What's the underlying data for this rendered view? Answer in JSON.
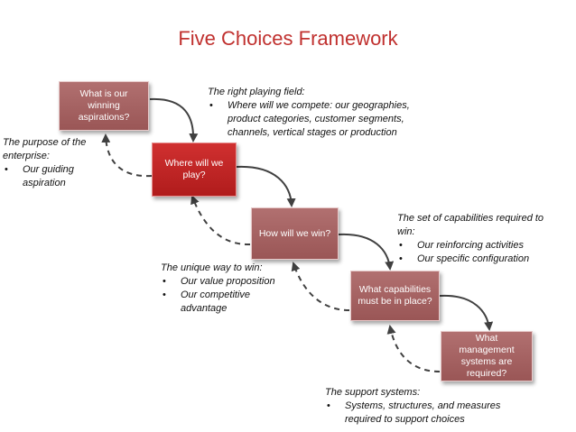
{
  "title": "Five Choices Framework",
  "colors": {
    "title": "#c0302e",
    "box": "#a86464",
    "box_active": "#c42424",
    "arrow": "#404040"
  },
  "boxes": [
    {
      "label": "What is our winning aspirations?"
    },
    {
      "label": "Where will we play?"
    },
    {
      "label": "How will we win?"
    },
    {
      "label": "What capabilities must be in place?"
    },
    {
      "label": "What management systems are required?"
    }
  ],
  "notes": {
    "purpose": {
      "heading": "The purpose of the enterprise:",
      "bullets": [
        "Our guiding aspiration"
      ]
    },
    "playing_field": {
      "heading": "The right playing field:",
      "bullets": [
        "Where will we compete: our geographies, product categories, customer segments, channels, vertical stages or production"
      ]
    },
    "unique_way": {
      "heading": "The unique way  to win:",
      "bullets": [
        "Our value proposition",
        "Our competitive advantage"
      ]
    },
    "capabilities": {
      "heading": "The set of capabilities required to win:",
      "bullets": [
        "Our reinforcing activities",
        "Our specific configuration"
      ]
    },
    "support": {
      "heading": "The support systems:",
      "bullets": [
        "Systems, structures, and measures required to support choices"
      ]
    }
  }
}
